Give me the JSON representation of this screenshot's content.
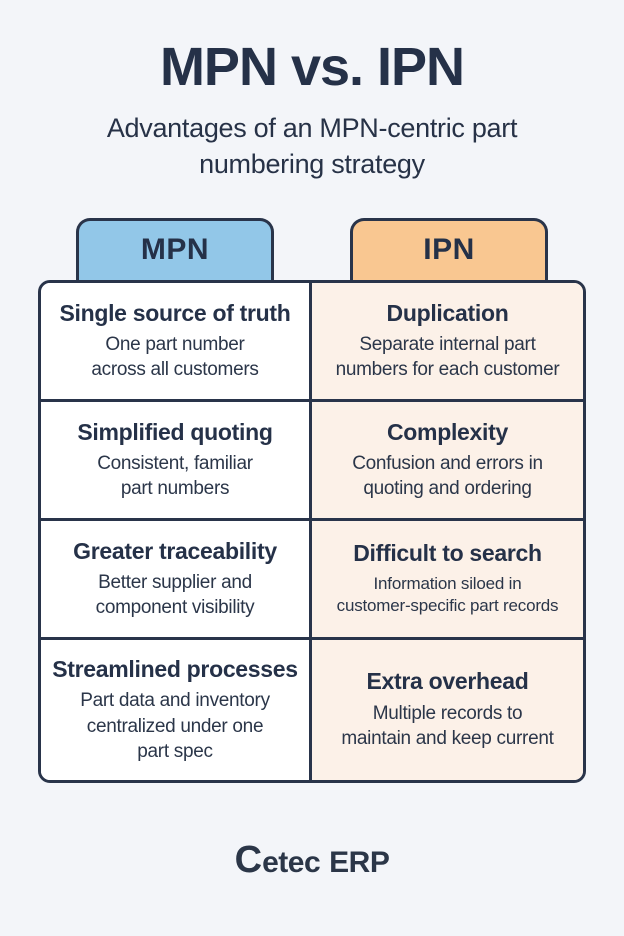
{
  "title": "MPN vs. IPN",
  "subtitle": "Advantages of an MPN-centric part numbering strategy",
  "tabs": [
    {
      "label": "MPN",
      "color": "#92c7e8"
    },
    {
      "label": "IPN",
      "color": "#f9c791"
    }
  ],
  "comparison_rows": [
    {
      "mpn": {
        "heading": "Single source of truth",
        "body": "One part number\nacross all customers"
      },
      "ipn": {
        "heading": "Duplication",
        "body": "Separate internal part\nnumbers for each customer"
      }
    },
    {
      "mpn": {
        "heading": "Simplified quoting",
        "body": "Consistent, familiar\npart numbers"
      },
      "ipn": {
        "heading": "Complexity",
        "body": "Confusion and errors in\nquoting and ordering"
      }
    },
    {
      "mpn": {
        "heading": "Greater traceability",
        "body": "Better supplier and\ncomponent visibility"
      },
      "ipn": {
        "heading": "Difficult to search",
        "body": "Information siloed in\ncustomer-specific part records"
      }
    },
    {
      "mpn": {
        "heading": "Streamlined processes",
        "body": "Part data and inventory\ncentralized under one\npart spec"
      },
      "ipn": {
        "heading": "Extra overhead",
        "body": "Multiple records to\nmaintain and keep current"
      }
    }
  ],
  "footer": {
    "logo_c": "C",
    "logo_etec": "etec",
    "logo_erp": "ERP"
  },
  "colors": {
    "background": "#f3f5f9",
    "ink": "#29344a",
    "mpn_tab": "#92c7e8",
    "ipn_tab": "#f9c791",
    "mpn_cell_bg": "#ffffff",
    "ipn_cell_bg": "#fcf1e8"
  }
}
